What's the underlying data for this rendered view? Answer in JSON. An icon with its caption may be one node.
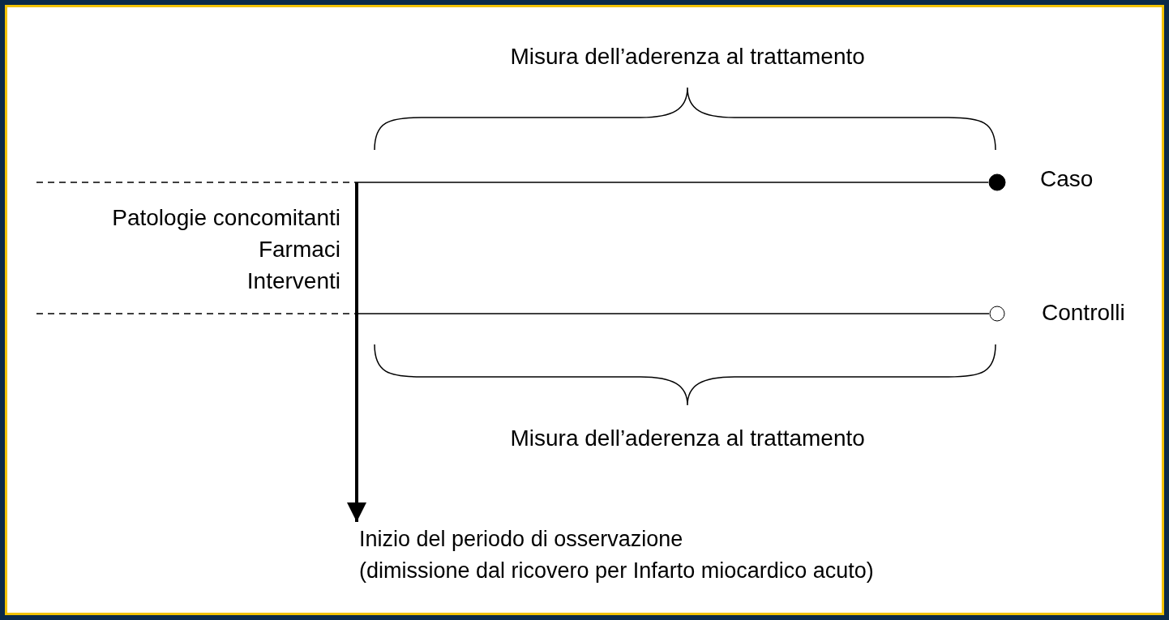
{
  "diagram": {
    "nodes": [
      {
        "text": [],
        "shape": "dot",
        "beside": [
          "Caso"
        ]
      },
      {
        "text": [],
        "shape": "circle",
        "beside": [
          "Controlli"
        ]
      },
      {
        "text": [
          "Inizio del periodo di osservazione",
          "(dimissione dal ricovero per Infarto miocardico acuto)"
        ]
      }
    ],
    "edges": [
      {
        "from": null,
        "to": 0,
        "arrow": "none"
      },
      {
        "from": null,
        "to": 1,
        "arrow": "none"
      },
      {
        "from": null,
        "to": 2,
        "arrow": "to",
        "style": "thick"
      }
    ],
    "labels": [
      "Misura dell’aderenza al trattamento",
      "Patologie concomitanti",
      "Farmaci",
      "Interventi",
      "Misura dell’aderenza al trattamento"
    ]
  }
}
